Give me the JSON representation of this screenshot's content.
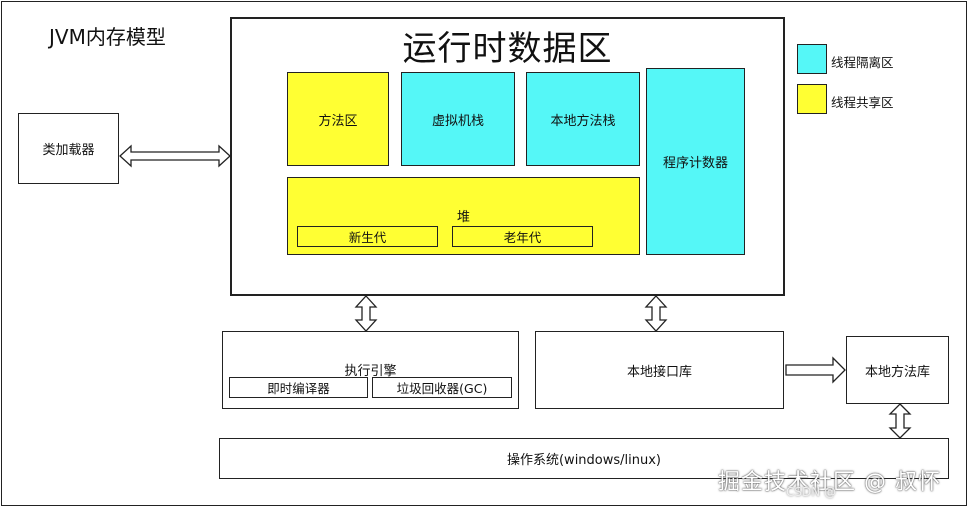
{
  "page_title": "JVM内存模型",
  "runtime_area": {
    "title": "运行时数据区",
    "method_area": "方法区",
    "vm_stack": "虚拟机栈",
    "native_method_stack": "本地方法栈",
    "program_counter": "程序计数器",
    "heap": {
      "label": "堆",
      "young_gen": "新生代",
      "old_gen": "老年代"
    }
  },
  "class_loader": "类加载器",
  "execution_engine": {
    "label": "执行引擎",
    "jit_compiler": "即时编译器",
    "gc": "垃圾回收器(GC)"
  },
  "native_interface": "本地接口库",
  "native_library": "本地方法库",
  "os": "操作系统(windows/linux)",
  "legend": [
    {
      "label": "线程隔离区",
      "color": "#55f7f7"
    },
    {
      "label": "线程共享区",
      "color": "#ffff33"
    }
  ],
  "watermark": {
    "main": "掘金技术社区 @ 叔怀",
    "sub": "CSDN @"
  }
}
